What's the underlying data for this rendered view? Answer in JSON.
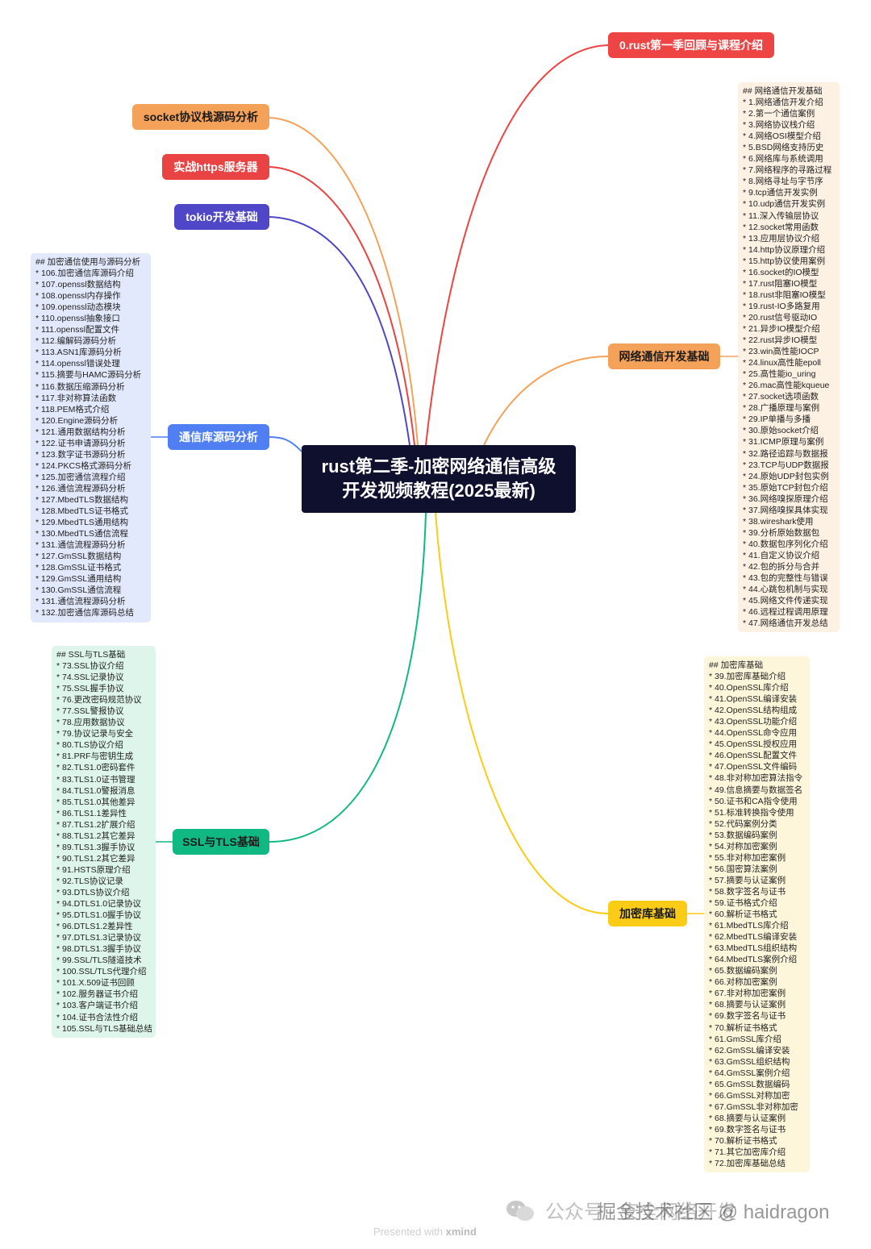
{
  "central_title": "rust第二季-加密网络通信高级开发视频教程(2025最新)",
  "topics": {
    "intro": {
      "label": "0.rust第一季回顾与课程介绍",
      "color": "#ef4444"
    },
    "socket": {
      "label": "socket协议栈源码分析",
      "color": "#f4a25a"
    },
    "https": {
      "label": "实战https服务器",
      "color": "#ea4343"
    },
    "tokio": {
      "label": "tokio开发基础",
      "color": "#4f46c8"
    },
    "tls_lib": {
      "label": "通信库源码分析",
      "color": "#4f7ff2"
    },
    "net": {
      "label": "网络通信开发基础",
      "color": "#f4a25a"
    },
    "ssl": {
      "label": "SSL与TLS基础",
      "color": "#10b981"
    },
    "crypto": {
      "label": "加密库基础",
      "color": "#facc15"
    }
  },
  "notes": {
    "net": {
      "heading": "## 网络通信开发基础",
      "items": [
        "* 1.网络通信开发介绍",
        "* 2.第一个通信案例",
        "* 3.网络协议栈介绍",
        "* 4.网络OSI模型介绍",
        "* 5.BSD网络支持历史",
        "* 6.网络库与系统调用",
        "* 7.网络程序的寻路过程",
        "* 8.网络寻址与字节序",
        "* 9.tcp通信开发实例",
        "* 10.udp通信开发实例",
        "* 11.深入传输层协议",
        "* 12.socket常用函数",
        "* 13.应用层协议介绍",
        "* 14.http协议原理介绍",
        "* 15.http协议使用案例",
        "* 16.socket的IO模型",
        "* 17.rust阻塞IO模型",
        "* 18.rust非阻塞IO模型",
        "* 19.rust-IO多路复用",
        "* 20.rust信号驱动IO",
        "* 21.异步IO模型介绍",
        "* 22.rust异步IO模型",
        "* 23.win高性能IOCP",
        "* 24.linux高性能epoll",
        "* 25.高性能io_uring",
        "* 26.mac高性能kqueue",
        "* 27.socket选项函数",
        "* 28.广播原理与案例",
        "* 29.IP单播与多播",
        "* 30.原始socket介绍",
        "* 31.ICMP原理与案例",
        "* 32.路径追踪与数据报",
        "* 23.TCP与UDP数据报",
        "* 24.原始UDP封包实例",
        "* 35.原始TCP封包介绍",
        "* 36.网络嗅探原理介绍",
        "* 37.网络嗅探具体实现",
        "* 38.wireshark使用",
        "* 39.分析原始数据包",
        "* 40.数据包序列化介绍",
        "* 41.自定义协议介绍",
        "* 42.包的拆分与合并",
        "* 43.包的完整性与错误",
        "* 44.心跳包机制与实现",
        "* 45.网络文件传递实现",
        "* 46.远程过程调用原理",
        "* 47.网络通信开发总结"
      ]
    },
    "tls_lib": {
      "heading": "## 加密通信使用与源码分析",
      "items": [
        "* 106.加密通信库源码介绍",
        "* 107.openssl数据结构",
        "* 108.openssl内存操作",
        "* 109.openssl动态模块",
        "* 110.openssl抽象接口",
        "* 111.openssl配置文件",
        "* 112.编解码源码分析",
        "* 113.ASN1库源码分析",
        "* 114.openssl错误处理",
        "* 115.摘要与HAMC源码分析",
        "* 116.数据压缩源码分析",
        "* 117.非对称算法函数",
        "* 118.PEM格式介绍",
        "* 120.Engine源码分析",
        "* 121.通用数据结构分析",
        "* 122.证书申请源码分析",
        "* 123.数字证书源码分析",
        "* 124.PKCS格式源码分析",
        "* 125.加密通信流程介绍",
        "* 126.通信流程源码分析",
        "* 127.MbedTLS数据结构",
        "* 128.MbedTLS证书格式",
        "* 129.MbedTLS通用结构",
        "* 130.MbedTLS通信流程",
        "* 131.通信流程源码分析",
        "* 127.GmSSL数据结构",
        "* 128.GmSSL证书格式",
        "* 129.GmSSL通用结构",
        "* 130.GmSSL通信流程",
        "* 131.通信流程源码分析",
        "* 132.加密通信库源码总结"
      ]
    },
    "ssl": {
      "heading": "## SSL与TLS基础",
      "items": [
        "* 73.SSL协议介绍",
        "* 74.SSL记录协议",
        "* 75.SSL握手协议",
        "* 76.更改密码规范协议",
        "* 77.SSL警报协议",
        "* 78.应用数据协议",
        "* 79.协议记录与安全",
        "* 80.TLS协议介绍",
        "* 81.PRF与密钥生成",
        "* 82.TLS1.0密码套件",
        "* 83.TLS1.0证书管理",
        "* 84.TLS1.0警报消息",
        "* 85.TLS1.0其他差异",
        "* 86.TLS1.1差异性",
        "* 87.TLS1.2扩展介绍",
        "* 88.TLS1.2其它差异",
        "* 89.TLS1.3握手协议",
        "* 90.TLS1.2其它差异",
        "* 91.HSTS原理介绍",
        "* 92.TLS协议记录",
        "* 93.DTLS协议介绍",
        "* 94.DTLS1.0记录协议",
        "* 95.DTLS1.0握手协议",
        "* 96.DTLS1.2差异性",
        "* 97.DTLS1.3记录协议",
        "* 98.DTLS1.3握手协议",
        "* 99.SSL/TLS隧道技术",
        "* 100.SSL/TLS代理介绍",
        "* 101.X.509证书回顾",
        "* 102.服务器证书介绍",
        "* 103.客户端证书介绍",
        "* 104.证书合法性介绍",
        "* 105.SSL与TLS基础总结"
      ]
    },
    "crypto": {
      "heading": "## 加密库基础",
      "items": [
        "* 39.加密库基础介绍",
        "* 40.OpenSSL库介绍",
        "* 41.OpenSSL编译安装",
        "* 42.OpenSSL结构组成",
        "* 43.OpenSSL功能介绍",
        "* 44.OpenSSL命令应用",
        "* 45.OpenSSL授权应用",
        "* 46.OpenSSL配置文件",
        "* 47.OpenSSL文件编码",
        "* 48.非对称加密算法指令",
        "* 49.信息摘要与数据签名",
        "* 50.证书和CA指令使用",
        "* 51.标准转换指令使用",
        "* 52.代码案例分类",
        "* 53.数据编码案例",
        "* 54.对称加密案例",
        "* 55.非对称加密案例",
        "* 56.国密算法案例",
        "* 57.摘要与认证案例",
        "* 58.数字签名与证书",
        "* 59.证书格式介绍",
        "* 60.解析证书格式",
        "* 61.MbedTLS库介绍",
        "* 62.MbedTLS编译安装",
        "* 63.MbedTLS组织结构",
        "* 64.MbedTLS案例介绍",
        "* 65.数据编码案例",
        "* 66.对称加密案例",
        "* 67.非对称加密案例",
        "* 68.摘要与认证案例",
        "* 69.数字签名与证书",
        "* 70.解析证书格式",
        "* 61.GmSSL库介绍",
        "* 62.GmSSL编译安装",
        "* 63.GmSSL组织结构",
        "* 64.GmSSL案例介绍",
        "* 65.GmSSL数据编码",
        "* 66.GmSSL对称加密",
        "* 67.GmSSL非对称加密",
        "* 68.摘要与认证案例",
        "* 69.数字签名与证书",
        "* 70.解析证书格式",
        "* 71.其它加密库介绍",
        "* 72.加密库基础总结"
      ]
    }
  },
  "watermark": {
    "text": "公众号 · 安全网络开发",
    "overlay": "掘金技术社区 @ haidragon",
    "presented_prefix": "Presented with",
    "presented_brand": "xmind"
  }
}
